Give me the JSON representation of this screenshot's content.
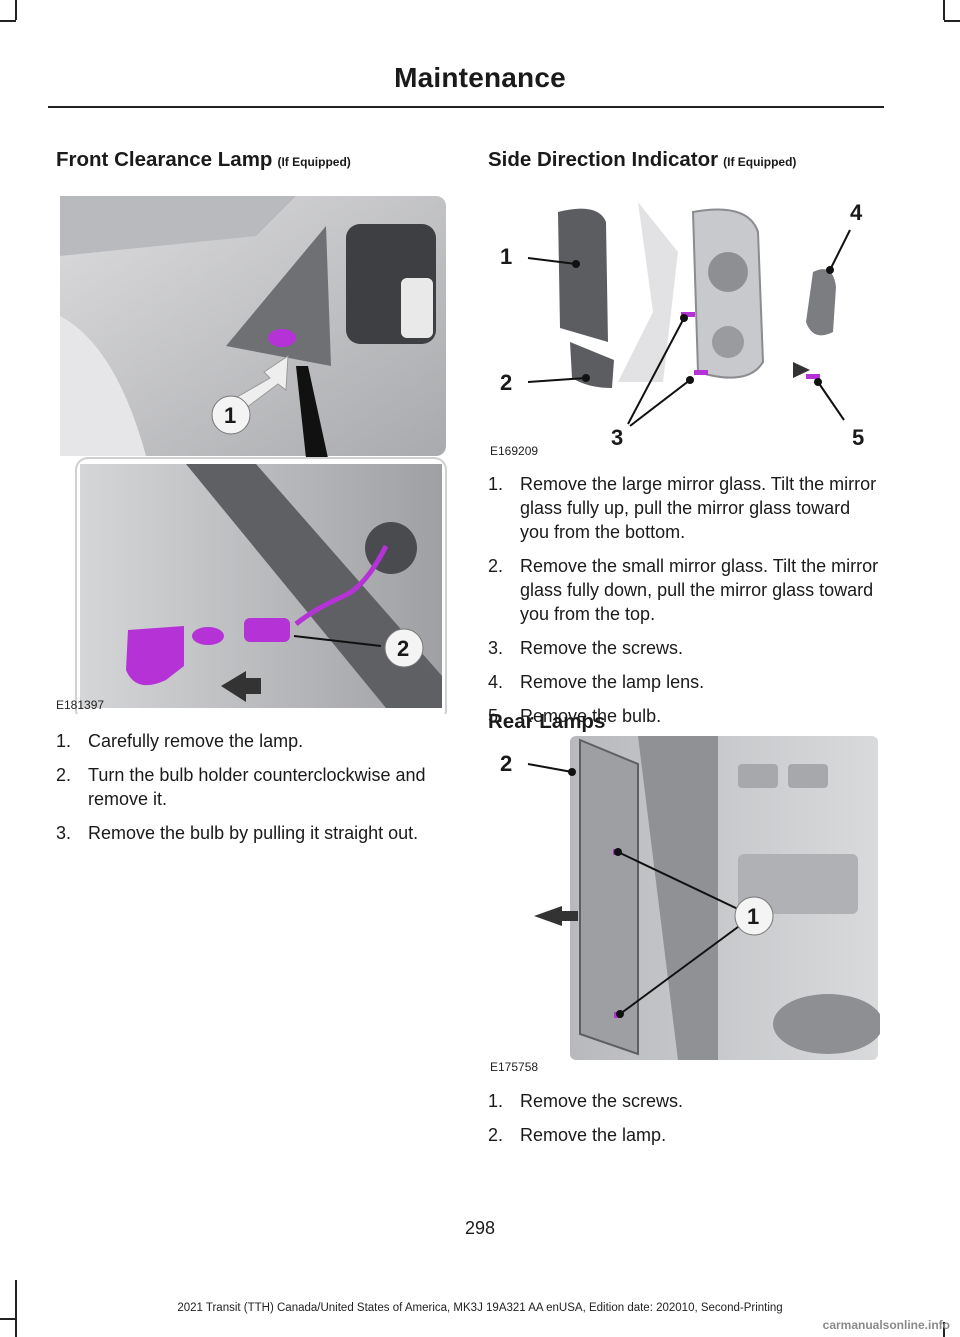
{
  "header": {
    "title": "Maintenance"
  },
  "left": {
    "heading": "Front Clearance Lamp",
    "qualifier": "(If Equipped)",
    "figure": {
      "id": "E181397",
      "callouts": [
        "1",
        "2"
      ]
    },
    "steps": [
      {
        "num": "1.",
        "text": "Carefully remove the lamp."
      },
      {
        "num": "2.",
        "text": "Turn the bulb holder counterclockwise and remove it."
      },
      {
        "num": "3.",
        "text": "Remove the bulb by pulling it straight out."
      }
    ]
  },
  "right": {
    "heading": "Side Direction Indicator",
    "qualifier": "(If Equipped)",
    "figure": {
      "id": "E169209",
      "callouts": [
        "1",
        "2",
        "3",
        "4",
        "5"
      ]
    },
    "steps": [
      {
        "num": "1.",
        "text": "Remove the large mirror glass. Tilt the mirror glass fully up, pull the mirror glass toward you from the bottom."
      },
      {
        "num": "2.",
        "text": "Remove the small mirror glass. Tilt the mirror glass fully down, pull the mirror glass toward you from the top."
      },
      {
        "num": "3.",
        "text": "Remove the screws."
      },
      {
        "num": "4.",
        "text": "Remove the lamp lens."
      },
      {
        "num": "5.",
        "text": "Remove the bulb."
      }
    ]
  },
  "rear": {
    "heading": "Rear Lamps",
    "figure": {
      "id": "E175758",
      "callouts": [
        "2",
        "1"
      ]
    },
    "steps": [
      {
        "num": "1.",
        "text": "Remove the screws."
      },
      {
        "num": "2.",
        "text": "Remove the lamp."
      }
    ]
  },
  "page_number": "298",
  "footer": "2021 Transit (TTH) Canada/United States of America, MK3J 19A321 AA enUSA, Edition date: 202010, Second-Printing",
  "watermark": "carmanualsonline.info",
  "colors": {
    "highlight": "#b532d6",
    "text": "#1a1a1a",
    "photo_gray": "#c9cacc"
  }
}
